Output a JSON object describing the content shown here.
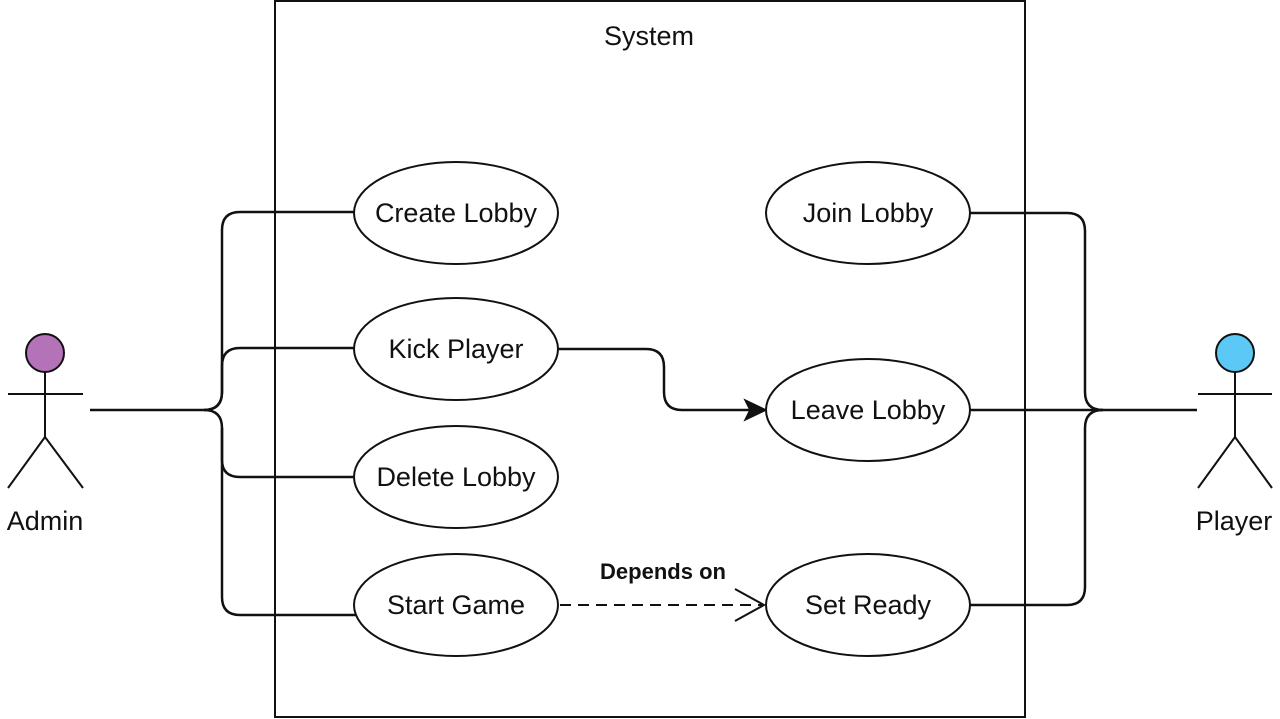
{
  "diagram": {
    "system": {
      "label": "System"
    },
    "actors": {
      "admin": {
        "label": "Admin",
        "color": "#b472b8"
      },
      "player": {
        "label": "Player",
        "color": "#5bc8f5"
      }
    },
    "use_cases": {
      "create_lobby": "Create Lobby",
      "kick_player": "Kick Player",
      "delete_lobby": "Delete Lobby",
      "start_game": "Start Game",
      "join_lobby": "Join Lobby",
      "leave_lobby": "Leave Lobby",
      "set_ready": "Set Ready"
    },
    "relations": {
      "depends_on": "Depends on"
    }
  }
}
